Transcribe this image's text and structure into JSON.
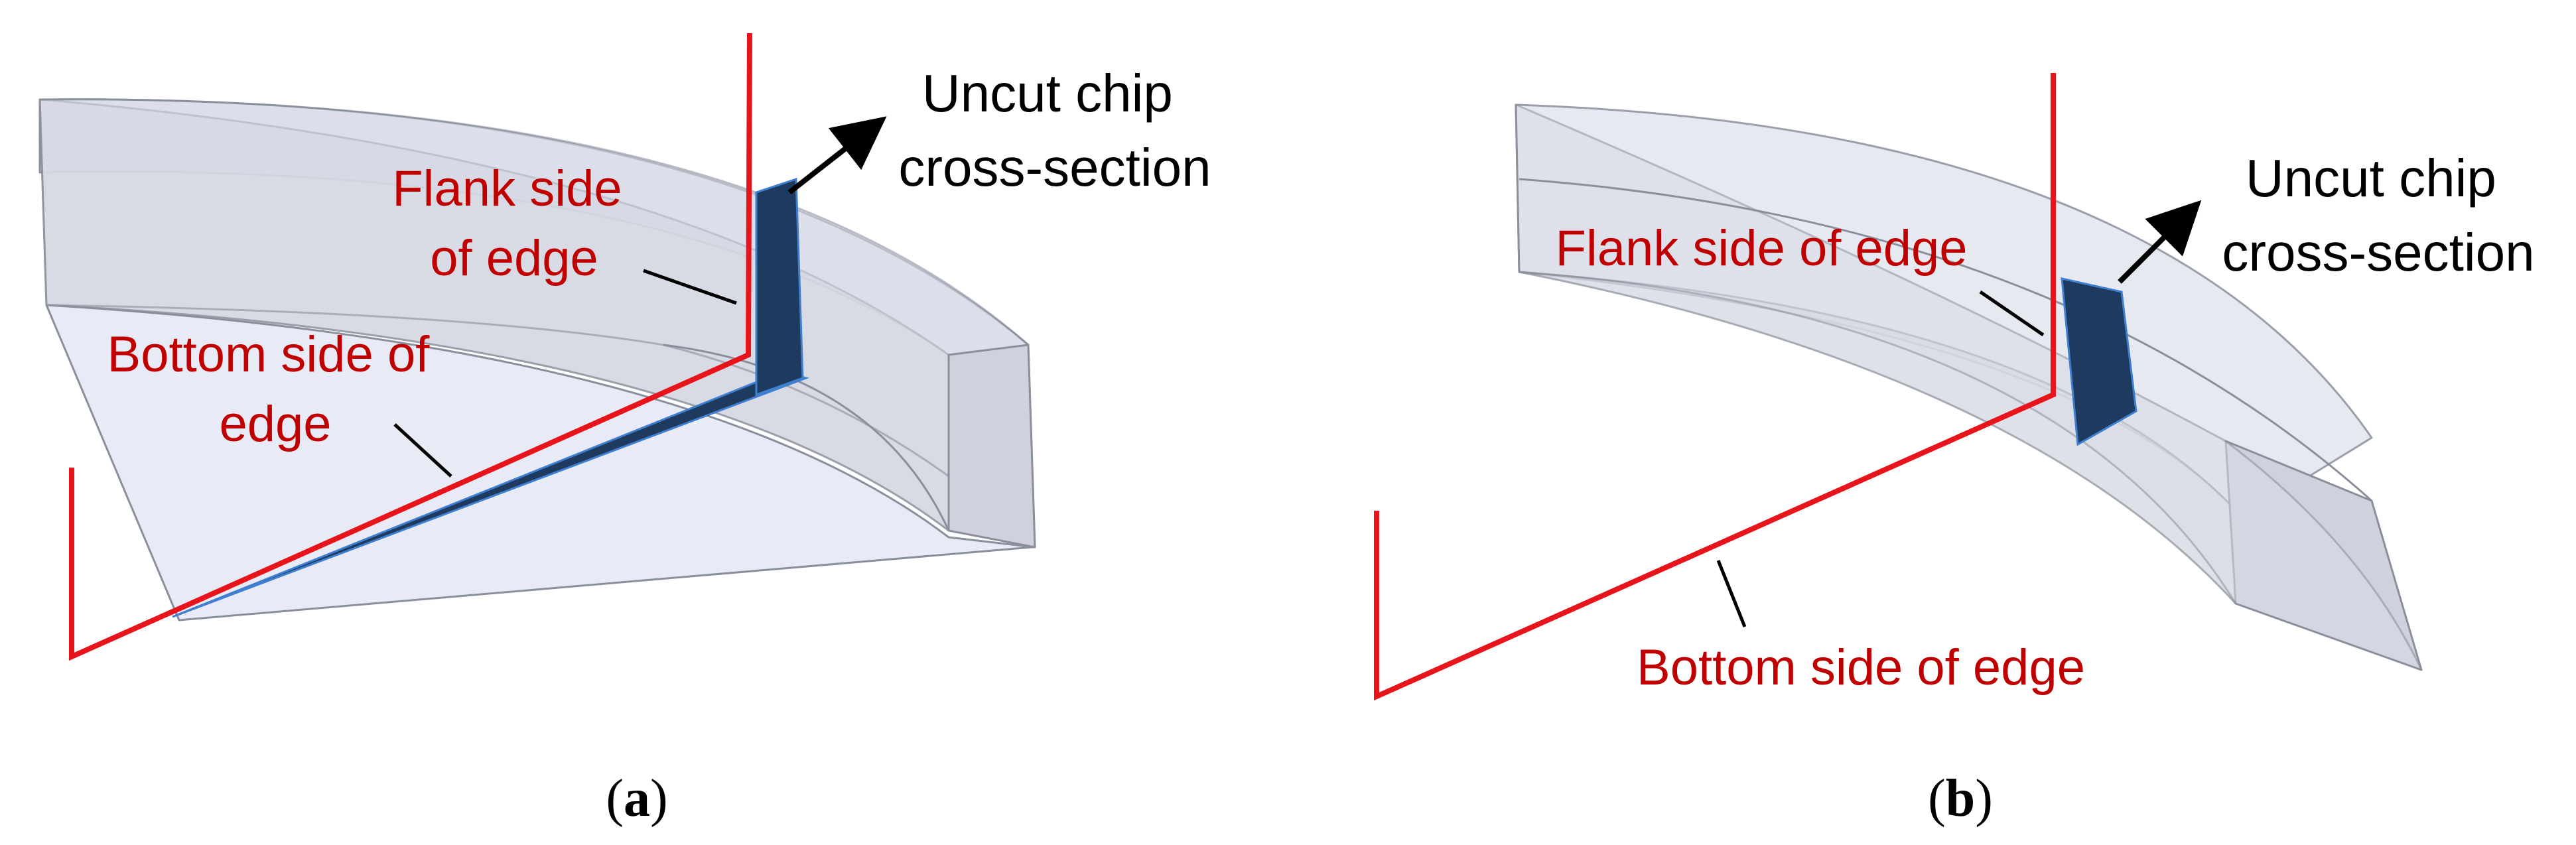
{
  "panels": [
    {
      "id": "a",
      "caption_open": "(",
      "caption_letter": "a",
      "caption_close": ")",
      "flank_label": [
        "Flank side",
        "of edge"
      ],
      "bottom_label": [
        "Bottom side of",
        "edge"
      ],
      "chip_label": [
        "Uncut chip",
        "cross-section"
      ]
    },
    {
      "id": "b",
      "caption_open": "(",
      "caption_letter": "b",
      "caption_close": ")",
      "flank_label": [
        "Flank side of edge"
      ],
      "bottom_label": [
        "Bottom side of edge"
      ],
      "chip_label": [
        "Uncut chip",
        "cross-section"
      ]
    }
  ],
  "colors": {
    "edge_line": "#e8141c",
    "label_text": "#c00000",
    "workpiece_fill": "#dde0ea",
    "workpiece_light": "#eef0f8",
    "chip_fill": "#1e3a5f",
    "chip_outline": "#3f7fd0"
  }
}
